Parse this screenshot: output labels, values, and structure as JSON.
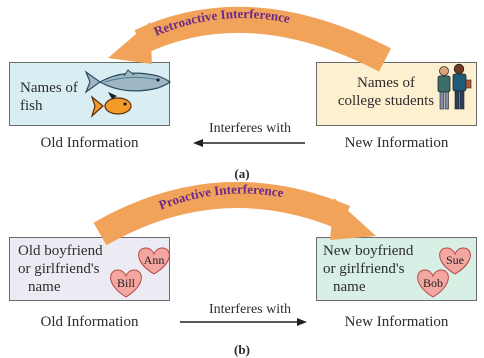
{
  "panel_a": {
    "label": "(a)",
    "arc_label": "Retroactive Interference",
    "left_box": {
      "line1": "Names of",
      "line2": "fish"
    },
    "right_box": {
      "line1": "Names of",
      "line2": "college students"
    },
    "arrow_label": "Interferes with",
    "left_caption": "Old Information",
    "right_caption": "New Information",
    "colors": {
      "left_fill": "#d9eef2",
      "right_fill": "#fdf0d0",
      "arc": "#f2a35a"
    }
  },
  "panel_b": {
    "label": "(b)",
    "arc_label": "Proactive Interference",
    "left_box": {
      "line1": "Old boyfriend",
      "line2": "or girlfriend's",
      "line3": "name"
    },
    "right_box": {
      "line1": "New boyfriend",
      "line2": "or girlfriend's",
      "line3": "name"
    },
    "left_hearts": [
      "Ann",
      "Bill"
    ],
    "right_hearts": [
      "Sue",
      "Bob"
    ],
    "arrow_label": "Interferes with",
    "left_caption": "Old Information",
    "right_caption": "New Information",
    "colors": {
      "left_fill": "#ecebf3",
      "right_fill": "#d8efe6",
      "arc": "#f2a35a",
      "heart": "#f4a6a0"
    }
  }
}
